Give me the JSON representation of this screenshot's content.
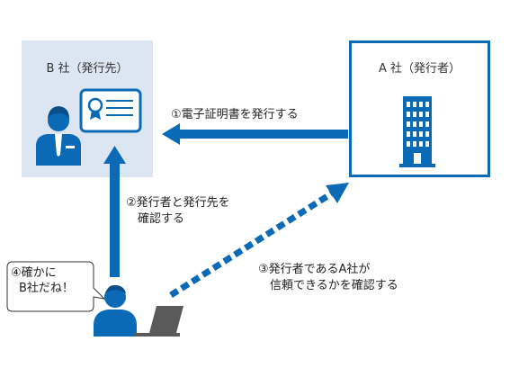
{
  "company_b": {
    "title": "B 社（発行先）"
  },
  "company_a": {
    "title": "A 社（発行者）"
  },
  "steps": {
    "step1": "①電子証明書を発行する",
    "step2": {
      "line1": "②発行者と発行先を",
      "line2": "確認する"
    },
    "step3": {
      "line1": "③発行者であるA社が",
      "line2": "信頼できるかを確認する"
    },
    "step4": {
      "line1": "④確かに",
      "line2": "B社だね！"
    }
  },
  "colors": {
    "accent": "#0a6ab6",
    "box_fill": "#dce6f2",
    "laptop": "#5a5a5a"
  },
  "icons": [
    "businessman-icon",
    "certificate-icon",
    "office-building-icon",
    "user-icon",
    "laptop-icon",
    "speech-bubble"
  ]
}
